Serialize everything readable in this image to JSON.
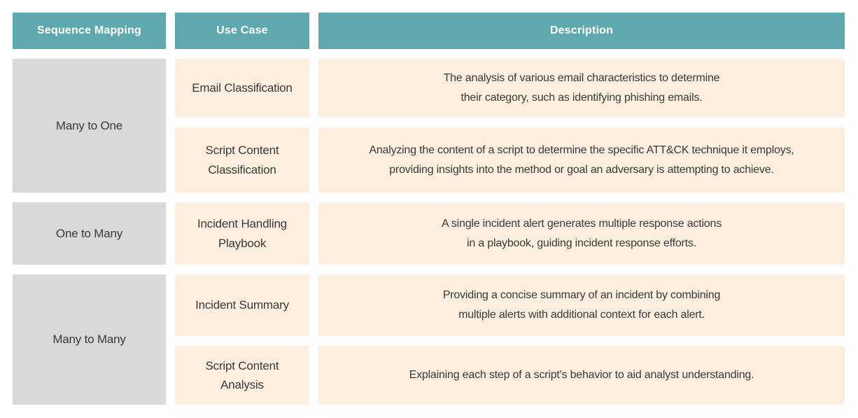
{
  "colors": {
    "header_bg": "#5FA8AD",
    "header_text": "#FFFFFF",
    "mapping_bg": "#D9D9D9",
    "cell_bg": "#FCEFDF",
    "body_text": "#3B3838",
    "page_bg": "#FFFFFF"
  },
  "table": {
    "headers": [
      {
        "label": "Sequence Mapping"
      },
      {
        "label": "Use Case"
      },
      {
        "label": "Description"
      }
    ],
    "groups": [
      {
        "mapping": "Many to One",
        "rows": [
          {
            "use_case": "Email Classification",
            "description": "The analysis of various email characteristics to determine\ntheir category, such as identifying phishing emails."
          },
          {
            "use_case": "Script Content\nClassification",
            "description": "Analyzing the content of a script to determine the specific ATT&CK technique it employs,\nproviding insights into the method or goal an adversary is attempting to achieve."
          }
        ]
      },
      {
        "mapping": "One to Many",
        "rows": [
          {
            "use_case": "Incident Handling\nPlaybook",
            "description": "A single incident alert generates multiple response actions\nin a playbook, guiding incident response efforts."
          }
        ]
      },
      {
        "mapping": "Many to Many",
        "rows": [
          {
            "use_case": "Incident Summary",
            "description": "Providing a concise summary of an incident by combining\nmultiple alerts with additional context for each alert."
          },
          {
            "use_case": "Script Content\nAnalysis",
            "description": "Explaining each step of a script's behavior to aid analyst understanding."
          }
        ]
      }
    ]
  }
}
